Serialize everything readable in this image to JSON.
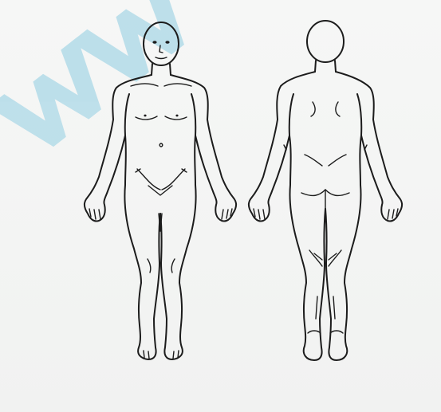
{
  "document": {
    "figures": [
      {
        "view": "anterior",
        "icon": "body-front-outline"
      },
      {
        "view": "posterior",
        "icon": "body-back-outline"
      }
    ],
    "watermark": {
      "text": "WW",
      "color": "#7fc4dc"
    },
    "colors": {
      "ink": "#1c1c1c",
      "paper": "#f3f4f3"
    }
  }
}
